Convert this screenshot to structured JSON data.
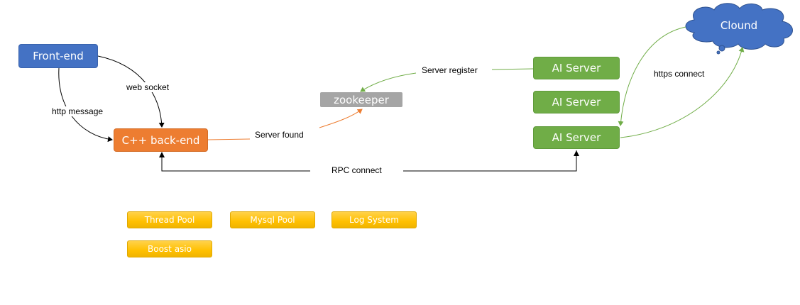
{
  "nodes": {
    "frontend": "Front-end",
    "backend": "C++ back-end",
    "zookeeper": "zookeeper",
    "ai_servers": [
      "AI Server",
      "AI Server",
      "AI Server"
    ],
    "cloud": "Clound"
  },
  "components": [
    "Thread Pool",
    "Mysql Pool",
    "Log System",
    "Boost asio"
  ],
  "edges": {
    "web_socket": "web socket",
    "http_message": "http message",
    "server_found": "Server found",
    "server_register": "Server register",
    "https_connect": "https connect",
    "rpc_connect": "RPC connect"
  },
  "colors": {
    "frontend": "#4472c4",
    "backend": "#ed7d31",
    "zookeeper": "#a5a5a5",
    "ai_server": "#70ad47",
    "cloud": "#4472c4",
    "component": "#ffc000"
  }
}
